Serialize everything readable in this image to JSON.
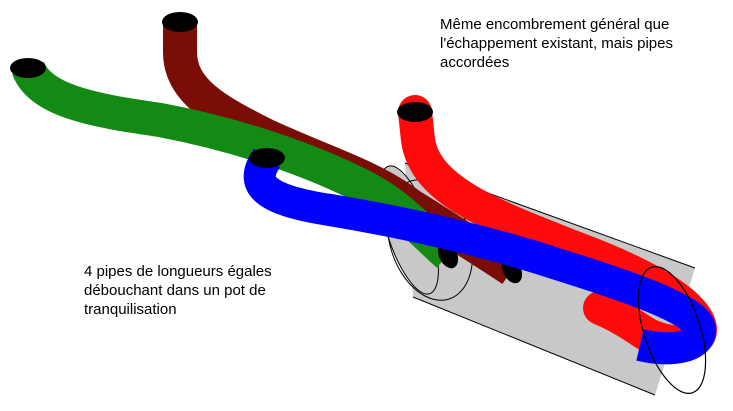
{
  "captions": {
    "top": {
      "lines": [
        "Même encombrement général que",
        "l'échappement existant, mais pipes",
        "accordées"
      ]
    },
    "bottom": {
      "lines": [
        "4 pipes de longueurs égales",
        "débouchant dans un pot de",
        "tranquilisation"
      ]
    }
  },
  "colors": {
    "pipe_dark_red": "#7a0d05",
    "pipe_green": "#138a13",
    "pipe_red": "#ff0a0a",
    "pipe_blue": "#0000ff",
    "muffler_fill": "#c8c8c8",
    "outline": "#000000"
  }
}
